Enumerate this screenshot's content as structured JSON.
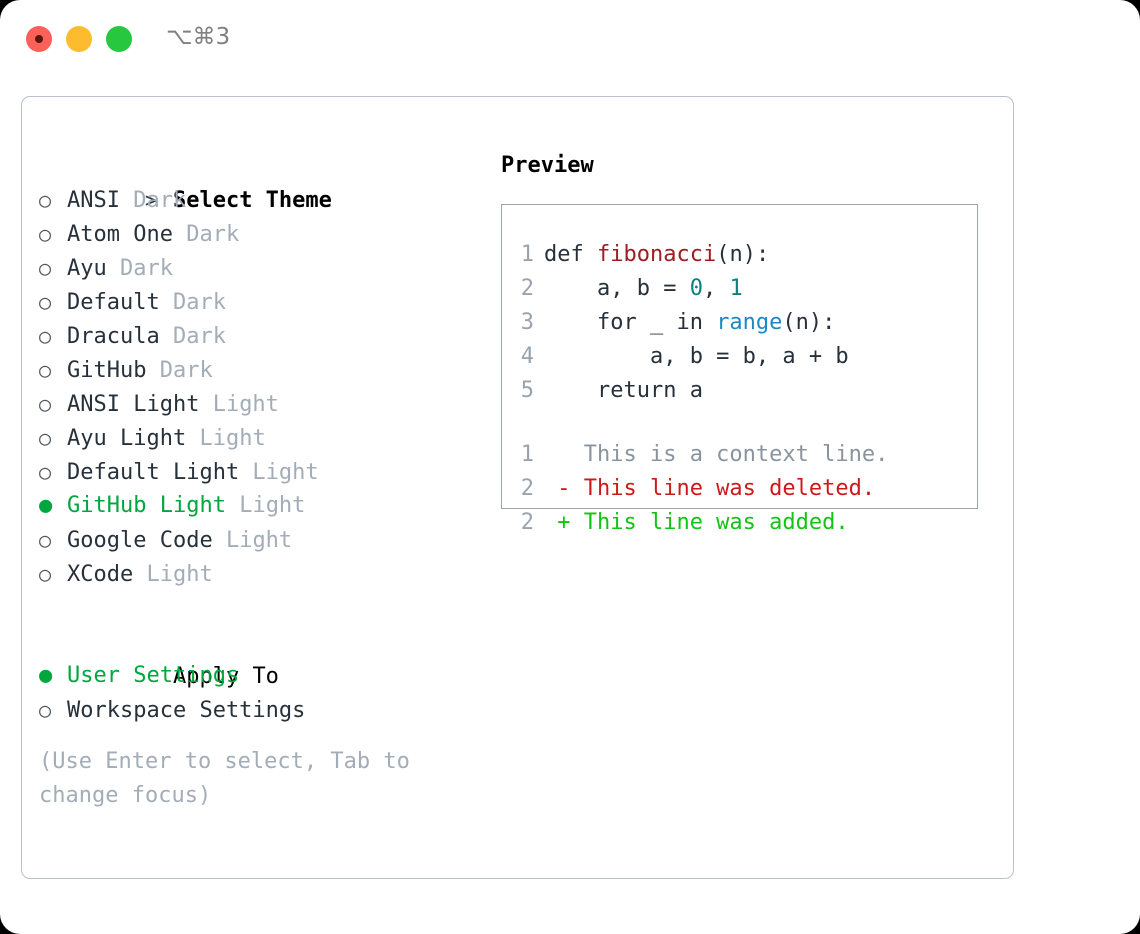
{
  "window": {
    "shortcut": "⌥⌘3",
    "traffic_lights": [
      {
        "name": "close",
        "color": "#fb6159"
      },
      {
        "name": "minimize",
        "color": "#fcbc2e"
      },
      {
        "name": "maximize",
        "color": "#27c840"
      }
    ]
  },
  "theme_picker": {
    "title": "Select Theme",
    "prompt_marker": ">",
    "marker_selected": "●",
    "marker_unselected": "○",
    "accent_color": "#00a63e",
    "items": [
      {
        "name": "ANSI",
        "category": "Dark",
        "selected": false
      },
      {
        "name": "Atom One",
        "category": "Dark",
        "selected": false
      },
      {
        "name": "Ayu",
        "category": "Dark",
        "selected": false
      },
      {
        "name": "Default",
        "category": "Dark",
        "selected": false
      },
      {
        "name": "Dracula",
        "category": "Dark",
        "selected": false
      },
      {
        "name": "GitHub",
        "category": "Dark",
        "selected": false
      },
      {
        "name": "ANSI Light",
        "category": "Light",
        "selected": false
      },
      {
        "name": "Ayu Light",
        "category": "Light",
        "selected": false
      },
      {
        "name": "Default Light",
        "category": "Light",
        "selected": false
      },
      {
        "name": "GitHub Light",
        "category": "Light",
        "selected": true
      },
      {
        "name": "Google Code",
        "category": "Light",
        "selected": false
      },
      {
        "name": "XCode",
        "category": "Light",
        "selected": false
      }
    ]
  },
  "apply_to": {
    "label": "Apply To",
    "options": [
      {
        "name": "User Settings",
        "selected": true
      },
      {
        "name": "Workspace Settings",
        "selected": false
      }
    ]
  },
  "hint": "(Use Enter to select, Tab to change focus)",
  "preview": {
    "title": "Preview",
    "code_lines": [
      {
        "lineno": "1",
        "tokens": [
          {
            "text": "def ",
            "kind": "plain"
          },
          {
            "text": "fibonacci",
            "kind": "func"
          },
          {
            "text": "(n):",
            "kind": "plain"
          }
        ]
      },
      {
        "lineno": "2",
        "tokens": [
          {
            "text": "    a, b = ",
            "kind": "plain"
          },
          {
            "text": "0",
            "kind": "num"
          },
          {
            "text": ", ",
            "kind": "plain"
          },
          {
            "text": "1",
            "kind": "num"
          }
        ]
      },
      {
        "lineno": "3",
        "tokens": [
          {
            "text": "    for _ in ",
            "kind": "plain"
          },
          {
            "text": "range",
            "kind": "call"
          },
          {
            "text": "(n):",
            "kind": "plain"
          }
        ]
      },
      {
        "lineno": "4",
        "tokens": [
          {
            "text": "        a, b = b, a + b",
            "kind": "plain"
          }
        ]
      },
      {
        "lineno": "5",
        "tokens": [
          {
            "text": "    return a",
            "kind": "plain"
          }
        ]
      }
    ],
    "diff_lines": [
      {
        "lineno": "1",
        "marker": " ",
        "text": "This is a context line.",
        "kind": "ctx"
      },
      {
        "lineno": "2",
        "marker": "-",
        "text": "This line was deleted.",
        "kind": "del"
      },
      {
        "lineno": "2",
        "marker": "+",
        "text": "This line was added.",
        "kind": "add"
      }
    ]
  }
}
